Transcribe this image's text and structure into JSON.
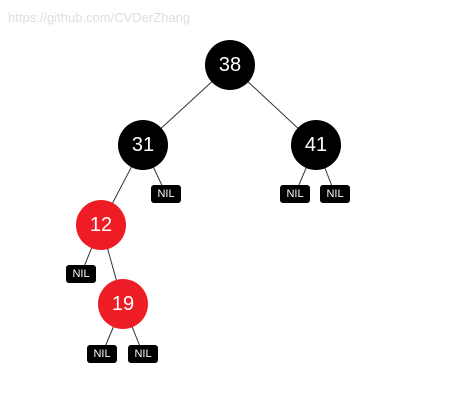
{
  "watermark": "https://github.com/CVDerZhang",
  "colors": {
    "black_node": "#000000",
    "red_node": "#ee1c25",
    "edge": "#333333",
    "label": "#ffffff"
  },
  "tree": {
    "root": {
      "key": "38",
      "color": "black",
      "left": {
        "key": "31",
        "color": "black",
        "left": {
          "key": "12",
          "color": "red",
          "left": {
            "nil": "NIL"
          },
          "right": {
            "key": "19",
            "color": "red",
            "left": {
              "nil": "NIL"
            },
            "right": {
              "nil": "NIL"
            }
          }
        },
        "right": {
          "nil": "NIL"
        }
      },
      "right": {
        "key": "41",
        "color": "black",
        "left": {
          "nil": "NIL"
        },
        "right": {
          "nil": "NIL"
        }
      }
    }
  }
}
